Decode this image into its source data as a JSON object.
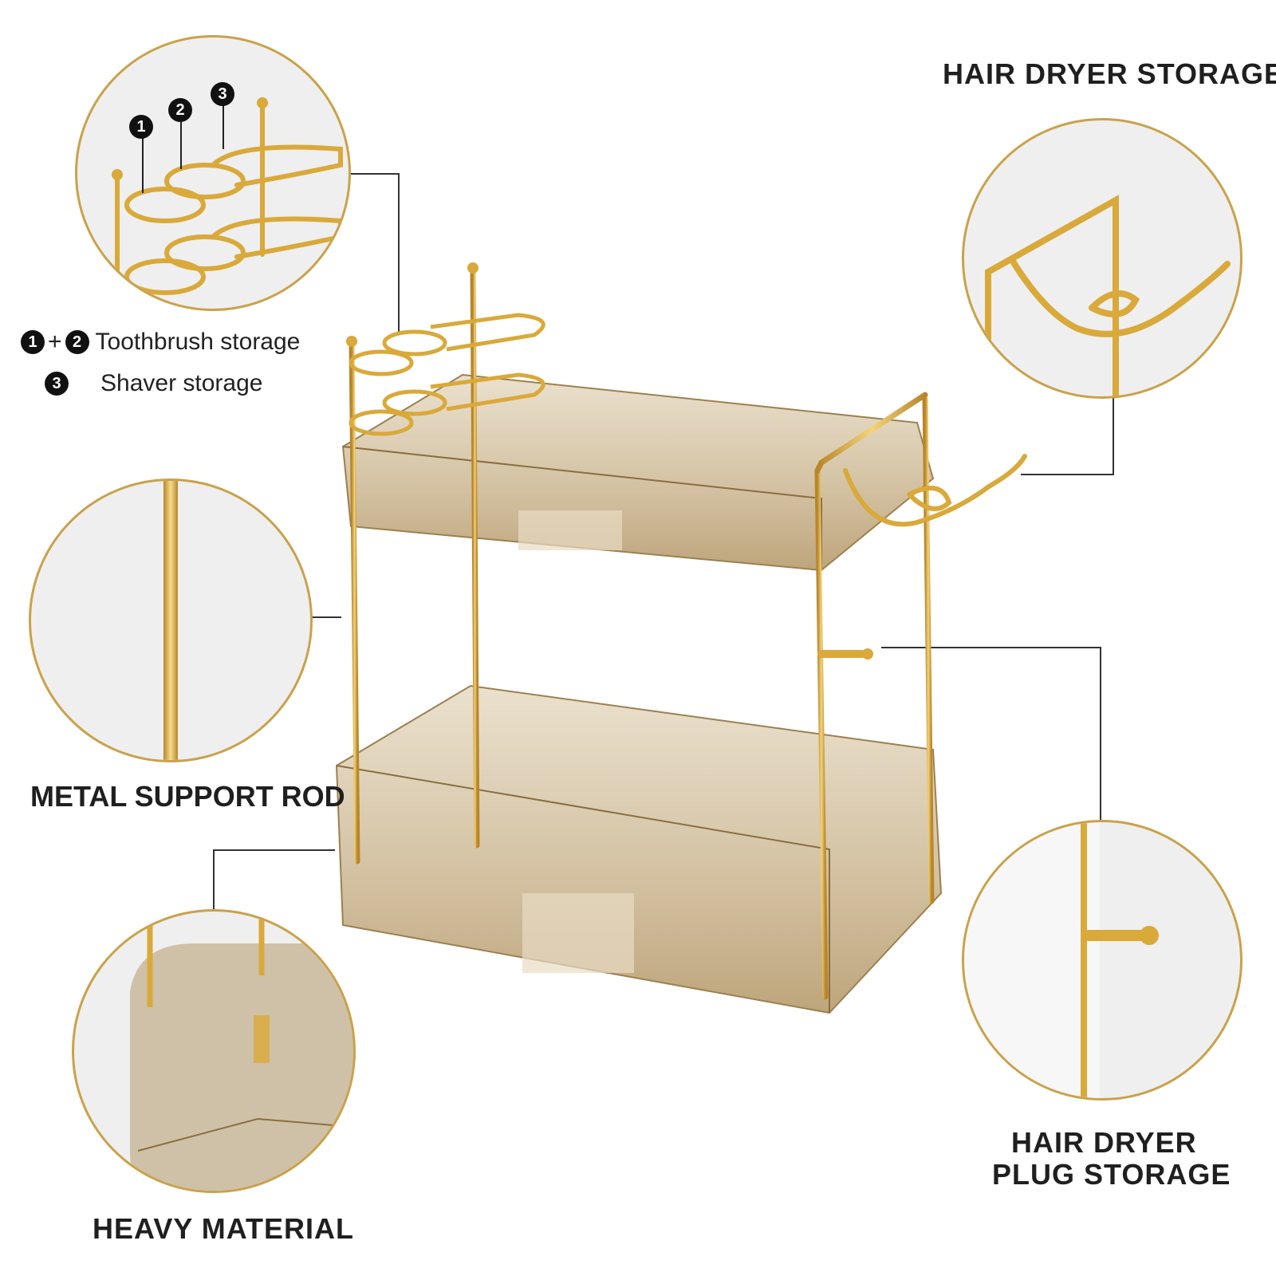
{
  "labels": {
    "hair_dryer_storage": "HAIR DRYER STORAGE",
    "metal_support_rod": "METAL SUPPORT ROD",
    "heavy_material": "HEAVY MATERIAL",
    "plug_storage_line1": "HAIR DRYER",
    "plug_storage_line2": "PLUG STORAGE"
  },
  "legend": {
    "toothbrush_text": "Toothbrush storage",
    "shaver_text": "Shaver storage",
    "badge_1": "1",
    "badge_2": "2",
    "badge_3": "3",
    "plus": "+"
  },
  "callout_badges": [
    "1",
    "2",
    "3"
  ],
  "colors": {
    "gold": "#d9a93a",
    "circle_border": "#c9a24a",
    "tray": "#b39260",
    "background": "#ffffff"
  }
}
